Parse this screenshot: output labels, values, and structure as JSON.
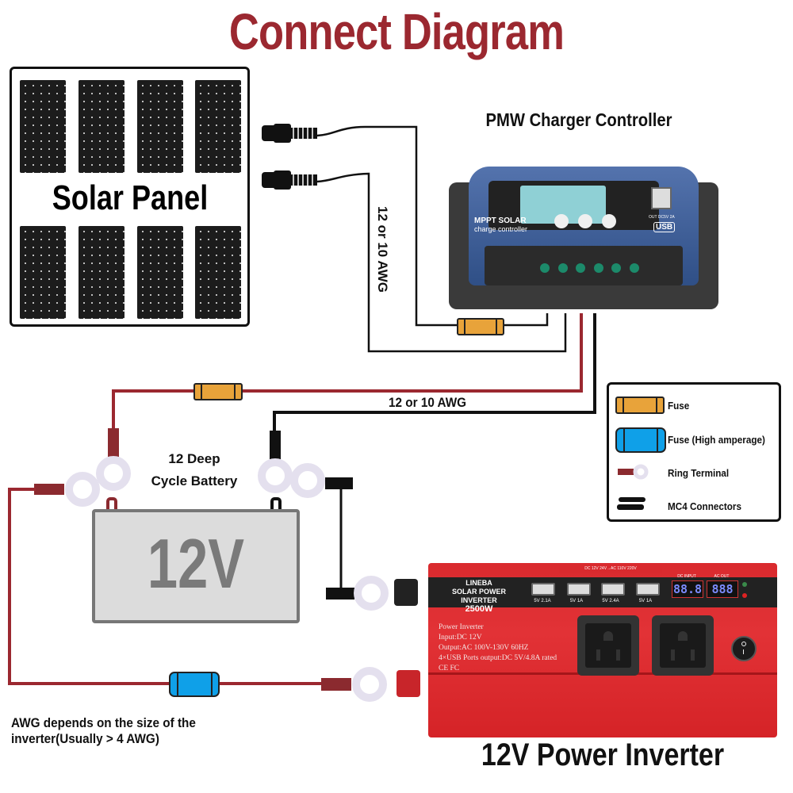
{
  "title": "Connect Diagram",
  "solar_panel": {
    "label": "Solar Panel",
    "cells": 8
  },
  "controller": {
    "title": "PMW Charger Controller",
    "brand_line1": "MPPT SOLAR",
    "brand_line2": "charge controller",
    "usb_label": "OUT DC5V 2A",
    "usb_text": "USB",
    "buttons": [
      "menu",
      "up",
      "down"
    ]
  },
  "wire_labels": {
    "panel_to_controller": "12 or 10 AWG",
    "controller_to_battery": "12 or 10 AWG"
  },
  "battery": {
    "label_line1": "12 Deep",
    "label_line2": "Cycle Battery",
    "voltage": "12V"
  },
  "inverter": {
    "brand": "LINEBA",
    "model_line1": "SOLAR POWER INVERTER",
    "model_line2": "2500W",
    "mode_strip": "DC 12V 24V→AC 110V 220V",
    "usb_ports": [
      {
        "label": "5V 2.1A"
      },
      {
        "label": "5V 1A"
      },
      {
        "label": "5V 2.4A"
      },
      {
        "label": "5V 1A"
      }
    ],
    "displays": [
      {
        "label": "DC INPUT",
        "value": "88.8"
      },
      {
        "label": "AC OUT",
        "value": "888"
      }
    ],
    "specs": [
      "Power Inverter",
      "Input:DC 12V",
      "Output:AC 100V-130V 60HZ",
      "4×USB Ports output:DC 5V/4.8A rated",
      "CE FC"
    ],
    "caption": "12V Power Inverter"
  },
  "awg_note": {
    "line1": "AWG depends on the size of the",
    "line2": "inverter(Usually > 4 AWG)"
  },
  "legend": {
    "items": [
      {
        "icon": "fuse-icon",
        "label": "Fuse",
        "color": "#e8a33a"
      },
      {
        "icon": "high-amp-fuse-icon",
        "label": "Fuse (High amperage)",
        "color": "#0fa0e8"
      },
      {
        "icon": "ring-terminal-icon",
        "label": "Ring Terminal",
        "color": "#8b2a2f"
      },
      {
        "icon": "mc4-connector-icon",
        "label": "MC4 Connectors",
        "color": "#111111"
      }
    ]
  },
  "colors": {
    "title": "#9b2830",
    "positive_wire": "#9b2830",
    "negative_wire": "#111111",
    "fuse": "#e8a33a",
    "high_amp_fuse": "#0fa0e8",
    "ring": "#e4e0ee",
    "controller_blue": "#3d5f9c",
    "inverter_red": "#dc2a2e"
  }
}
